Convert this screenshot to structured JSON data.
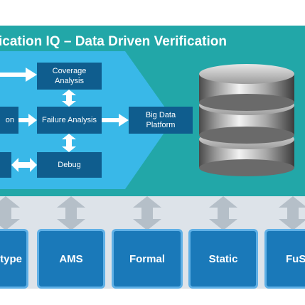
{
  "title": "ication IQ – Data Driven Verification",
  "boxes": {
    "coverage": "Coverage Analysis",
    "failure": "Failure Analysis",
    "debug": "Debug",
    "left_top": "on",
    "left_bottom": "",
    "bigdata": "Big Data Platform"
  },
  "tools": [
    "type",
    "AMS",
    "Formal",
    "Static",
    "FuS"
  ],
  "colors": {
    "teal": "#22a7a8",
    "chevron": "#39b8e8",
    "dark_box": "#0f5d8e",
    "tool_blue": "#1a79b9",
    "panel_grey": "#dde3e9"
  },
  "icons": [
    "database-icon",
    "double-arrow-icon"
  ]
}
